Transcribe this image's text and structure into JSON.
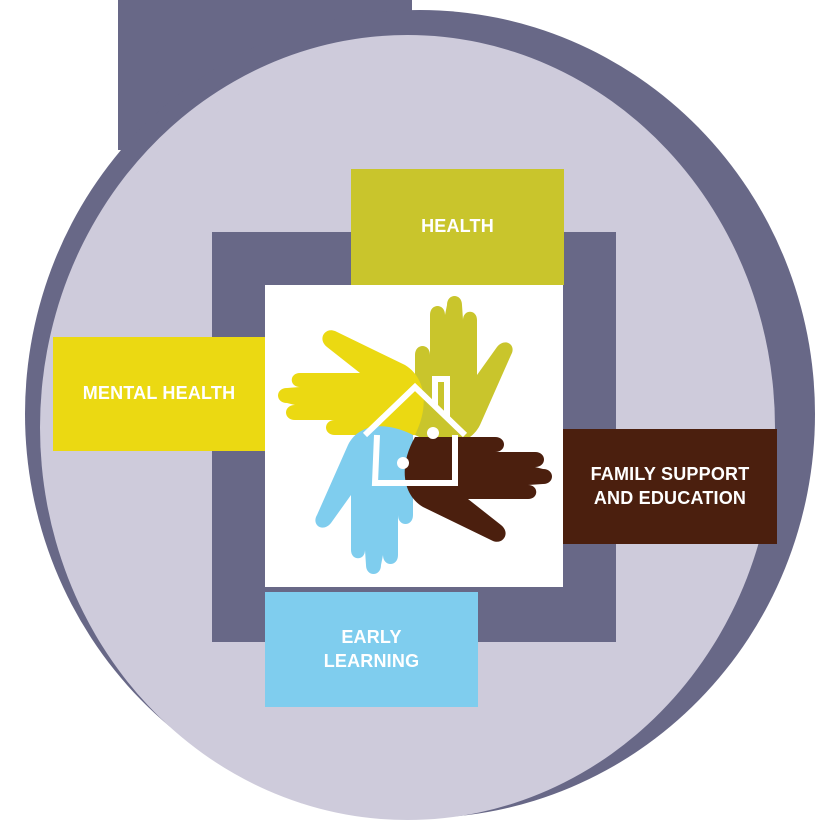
{
  "boxes": {
    "health": "HEALTH",
    "mental_health": "MENTAL HEALTH",
    "family_support": "FAMILY SUPPORT\nAND EDUCATION",
    "early_learning": "EARLY\nLEARNING"
  },
  "colors": {
    "dark_purple": "#686887",
    "light_lavender": "#cecbdb",
    "health": "#c9c52c",
    "mental_health": "#ebd912",
    "family_support": "#4b1f0e",
    "early_learning": "#7fcdee"
  },
  "icons": [
    "hand-yellow-icon",
    "hand-olive-icon",
    "hand-brown-icon",
    "hand-blue-icon",
    "house-icon",
    "puzzle-piece-icon"
  ]
}
